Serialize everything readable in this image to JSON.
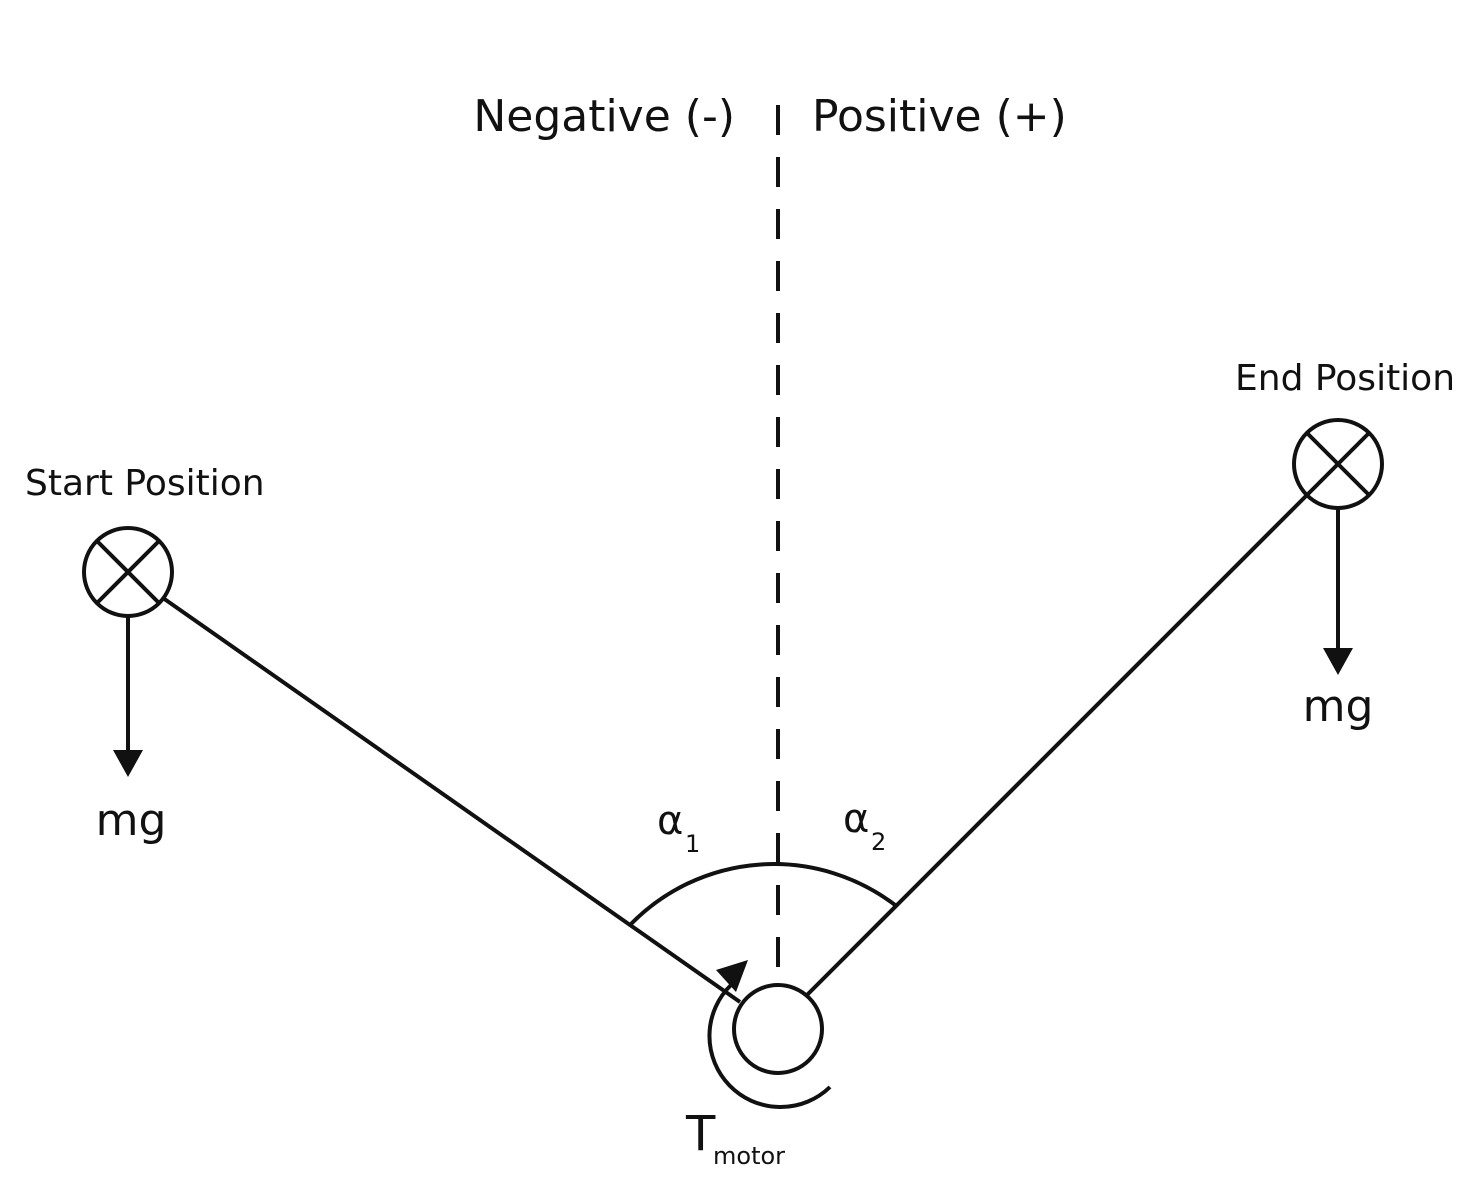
{
  "diagram": {
    "labels": {
      "negative": "Negative (-)",
      "positive": "Positive (+)",
      "start_position": "Start Position",
      "end_position": "End Position",
      "mg_left": "mg",
      "mg_right": "mg",
      "alpha1_symbol": "α",
      "alpha1_sub": "1",
      "alpha2_symbol": "α",
      "alpha2_sub": "2",
      "torque_symbol": "T",
      "torque_sub": "motor"
    },
    "colors": {
      "stroke": "#111111",
      "background": "#ffffff"
    }
  }
}
